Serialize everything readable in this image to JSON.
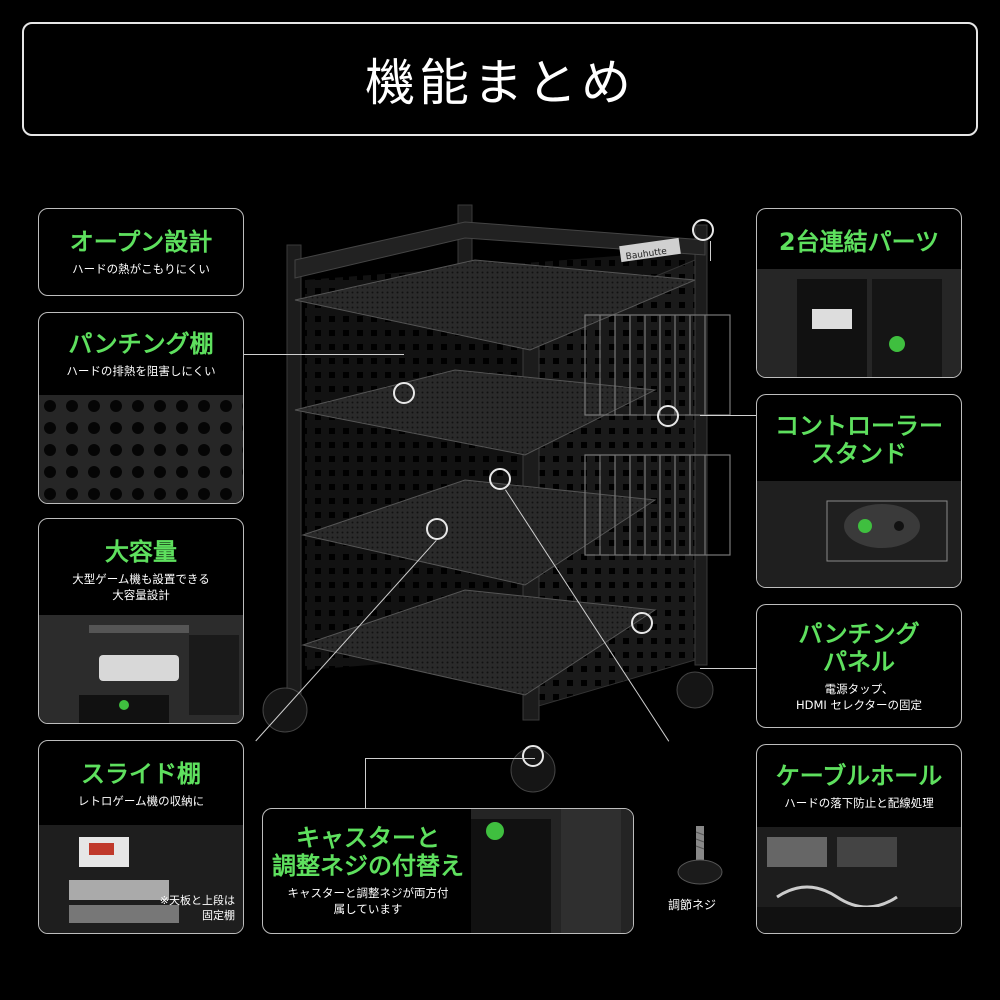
{
  "title": "機能まとめ",
  "features": {
    "open": {
      "heading": "オープン設計",
      "desc": "ハードの熱がこもりにくい"
    },
    "punching_shelf": {
      "heading": "パンチング棚",
      "desc": "ハードの排熱を阻害しにくい"
    },
    "capacity": {
      "heading": "大容量",
      "desc_line1": "大型ゲーム機も設置できる",
      "desc_line2": "大容量設計"
    },
    "slide_shelf": {
      "heading": "スライド棚",
      "desc": "レトロゲーム機の収納に",
      "note_line1": "※天板と上段は",
      "note_line2": "固定棚"
    },
    "caster": {
      "heading_line1": "キャスターと",
      "heading_line2": "調整ネジの付替え",
      "desc_line1": "キャスターと調整ネジが両方付",
      "desc_line2": "属しています",
      "screw_label": "調節ネジ"
    },
    "link_parts": {
      "heading": "2台連結パーツ"
    },
    "controller_stand": {
      "heading_line1": "コントローラー",
      "heading_line2": "スタンド"
    },
    "punching_panel": {
      "heading_line1": "パンチング",
      "heading_line2": "パネル",
      "desc_line1": "電源タップ、",
      "desc_line2": "HDMI セレクターの固定"
    },
    "cable_hole": {
      "heading": "ケーブルホール",
      "desc": "ハードの落下防止と配線処理"
    }
  },
  "brand_plate": "Bauhutte",
  "colors": {
    "accent_green": "#5ee05e",
    "background": "#000000",
    "border": "#bdbdbd"
  }
}
